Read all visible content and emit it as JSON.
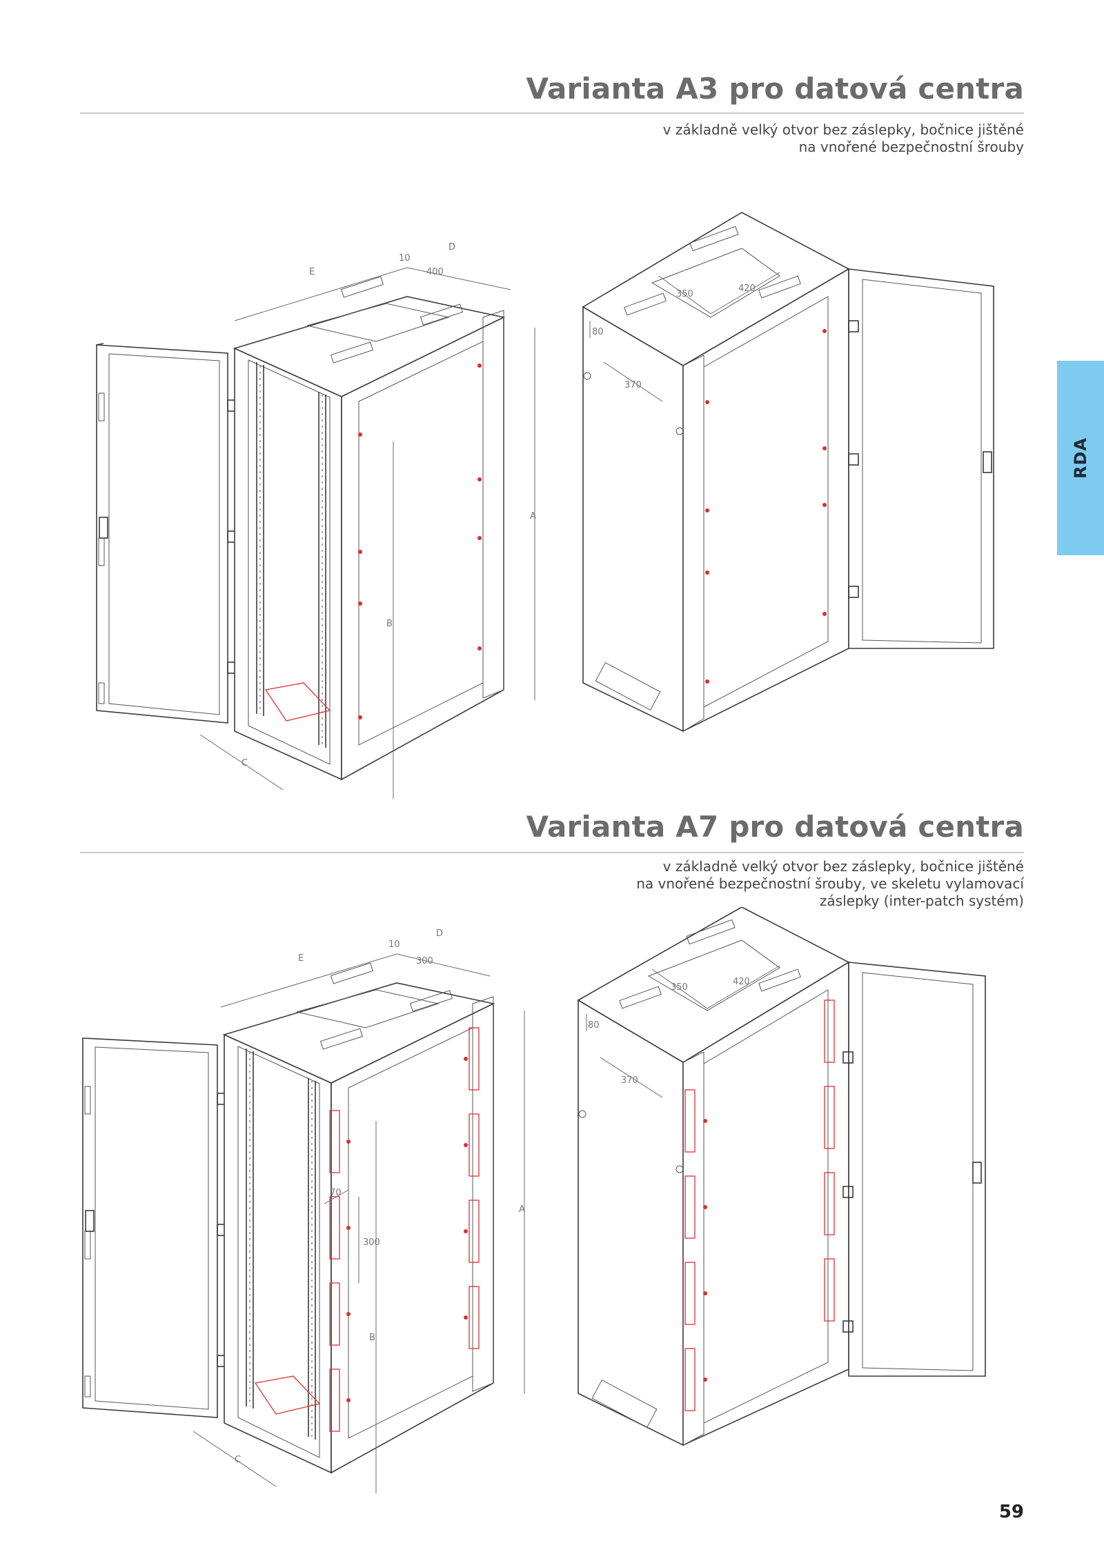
{
  "sections": [
    {
      "title": "Varianta A3 pro datová centra",
      "description_lines": [
        "v základně velký otvor bez záslepky, bočnice jištěné",
        "na vnořené bezpečnostní šrouby"
      ],
      "front_dims": {
        "top_left": "E",
        "top_right": "D",
        "small": "10",
        "opening": "400",
        "height_total": "A",
        "height_inner": "B",
        "base": "C"
      },
      "back_dims": {
        "opening_w": "350",
        "opening_d": "420",
        "side_top": "80",
        "side_depth": "370"
      }
    },
    {
      "title": "Varianta A7 pro datová centra",
      "description_lines": [
        "v základně velký otvor bez záslepky, bočnice jištěné",
        "na vnořené bezpečnostní šrouby, ve skeletu vylamovací",
        "záslepky (inter-patch systém)"
      ],
      "front_dims": {
        "top_left": "E",
        "top_right": "D",
        "small": "10",
        "opening": "300",
        "height_total": "A",
        "height_inner": "B",
        "base": "C",
        "patch_w": "70",
        "patch_h": "300"
      },
      "back_dims": {
        "opening_w": "350",
        "opening_d": "420",
        "side_top": "80",
        "side_depth": "370"
      }
    }
  ],
  "side_tab": {
    "label": "RDA",
    "color": "#7ecbf0"
  },
  "page_number": "59"
}
